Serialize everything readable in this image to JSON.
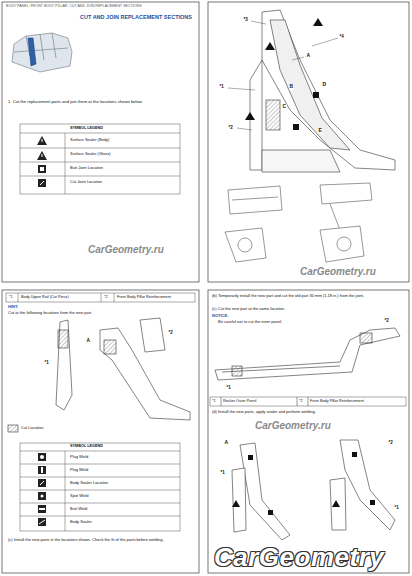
{
  "diagram": {
    "title": "CUT AND JOIN REPLACEMENT SECTIONS",
    "labels": [
      "BODY PANEL: FRONT BODY PILLAR: CUT AND JOIN REPLACEMENT SECTIONS",
      "1. Cut the replacement parts and join them at the locations shown below.",
      "SYMBOL LEGEND",
      "Surface Sealer (Body)",
      "Surface Sealer (Glass)",
      "Butt Joint Location",
      "Cut Joint Location",
      "CarGeometry.ru",
      "*1",
      "*2",
      "*3",
      "*4",
      "A",
      "B",
      "C",
      "D",
      "E",
      "CarGeometry.ru",
      "*1",
      "Body Upper Rail (Cut Piece)",
      "*2",
      "Front Body Pillar Reinforcement",
      "HINT:",
      "Cut at the following locations from the new part.",
      "*1",
      "*2",
      "A",
      "Cut Location",
      "SYMBOL LEGEND",
      "Plug Weld",
      "Plug Weld",
      "Body Sealer Location",
      "Spot Weld",
      "Butt Weld",
      "Body Sealer",
      "(c) Install the new parts in the locations shown. Check the fit of the parts before welding.",
      "(b) Temporarily install the new part and cut the old part 30 mm (1.18 in.) from the joint.",
      "(c) Cut the new part at the same location.",
      "NOTICE:",
      "Be careful not to cut the inner panel.",
      "*1",
      "*2",
      "*1",
      "Rocker Outer Panel",
      "*2",
      "Front Body Pillar Reinforcement",
      "(d) Install the new parts, apply sealer and perform welding.",
      "A",
      "*1",
      "*2",
      "*1",
      "CarGeometry.ru",
      "CarGeometry"
    ]
  }
}
